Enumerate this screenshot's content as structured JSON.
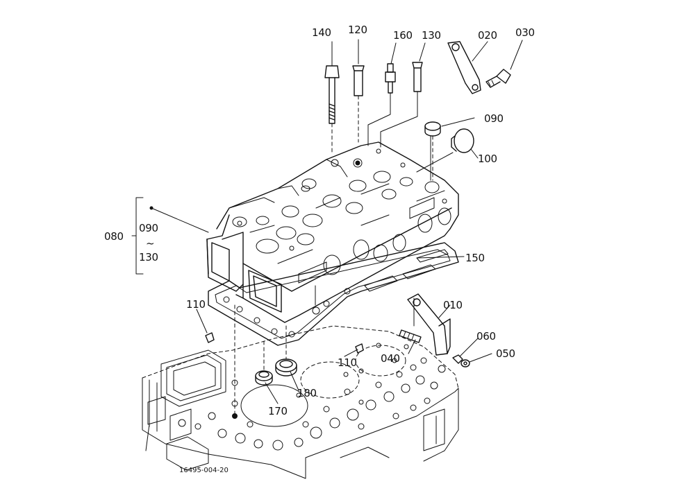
{
  "drawing_number": "16495-004-20",
  "parts": [
    {
      "id": "p140",
      "label": "140"
    },
    {
      "id": "p120",
      "label": "120"
    },
    {
      "id": "p160",
      "label": "160"
    },
    {
      "id": "p130",
      "label": "130"
    },
    {
      "id": "p020",
      "label": "020"
    },
    {
      "id": "p030",
      "label": "030"
    },
    {
      "id": "p090",
      "label": "090"
    },
    {
      "id": "p100",
      "label": "100"
    },
    {
      "id": "p150",
      "label": "150"
    },
    {
      "id": "p010",
      "label": "010"
    },
    {
      "id": "p110a",
      "label": "110"
    },
    {
      "id": "p110b",
      "label": "110"
    },
    {
      "id": "p060",
      "label": "060"
    },
    {
      "id": "p050",
      "label": "050"
    },
    {
      "id": "p040",
      "label": "040"
    },
    {
      "id": "p180",
      "label": "180"
    },
    {
      "id": "p170",
      "label": "170"
    }
  ],
  "assembly_group": {
    "label": "080",
    "range_start": "090",
    "range_tilde": "~",
    "range_end": "130"
  }
}
